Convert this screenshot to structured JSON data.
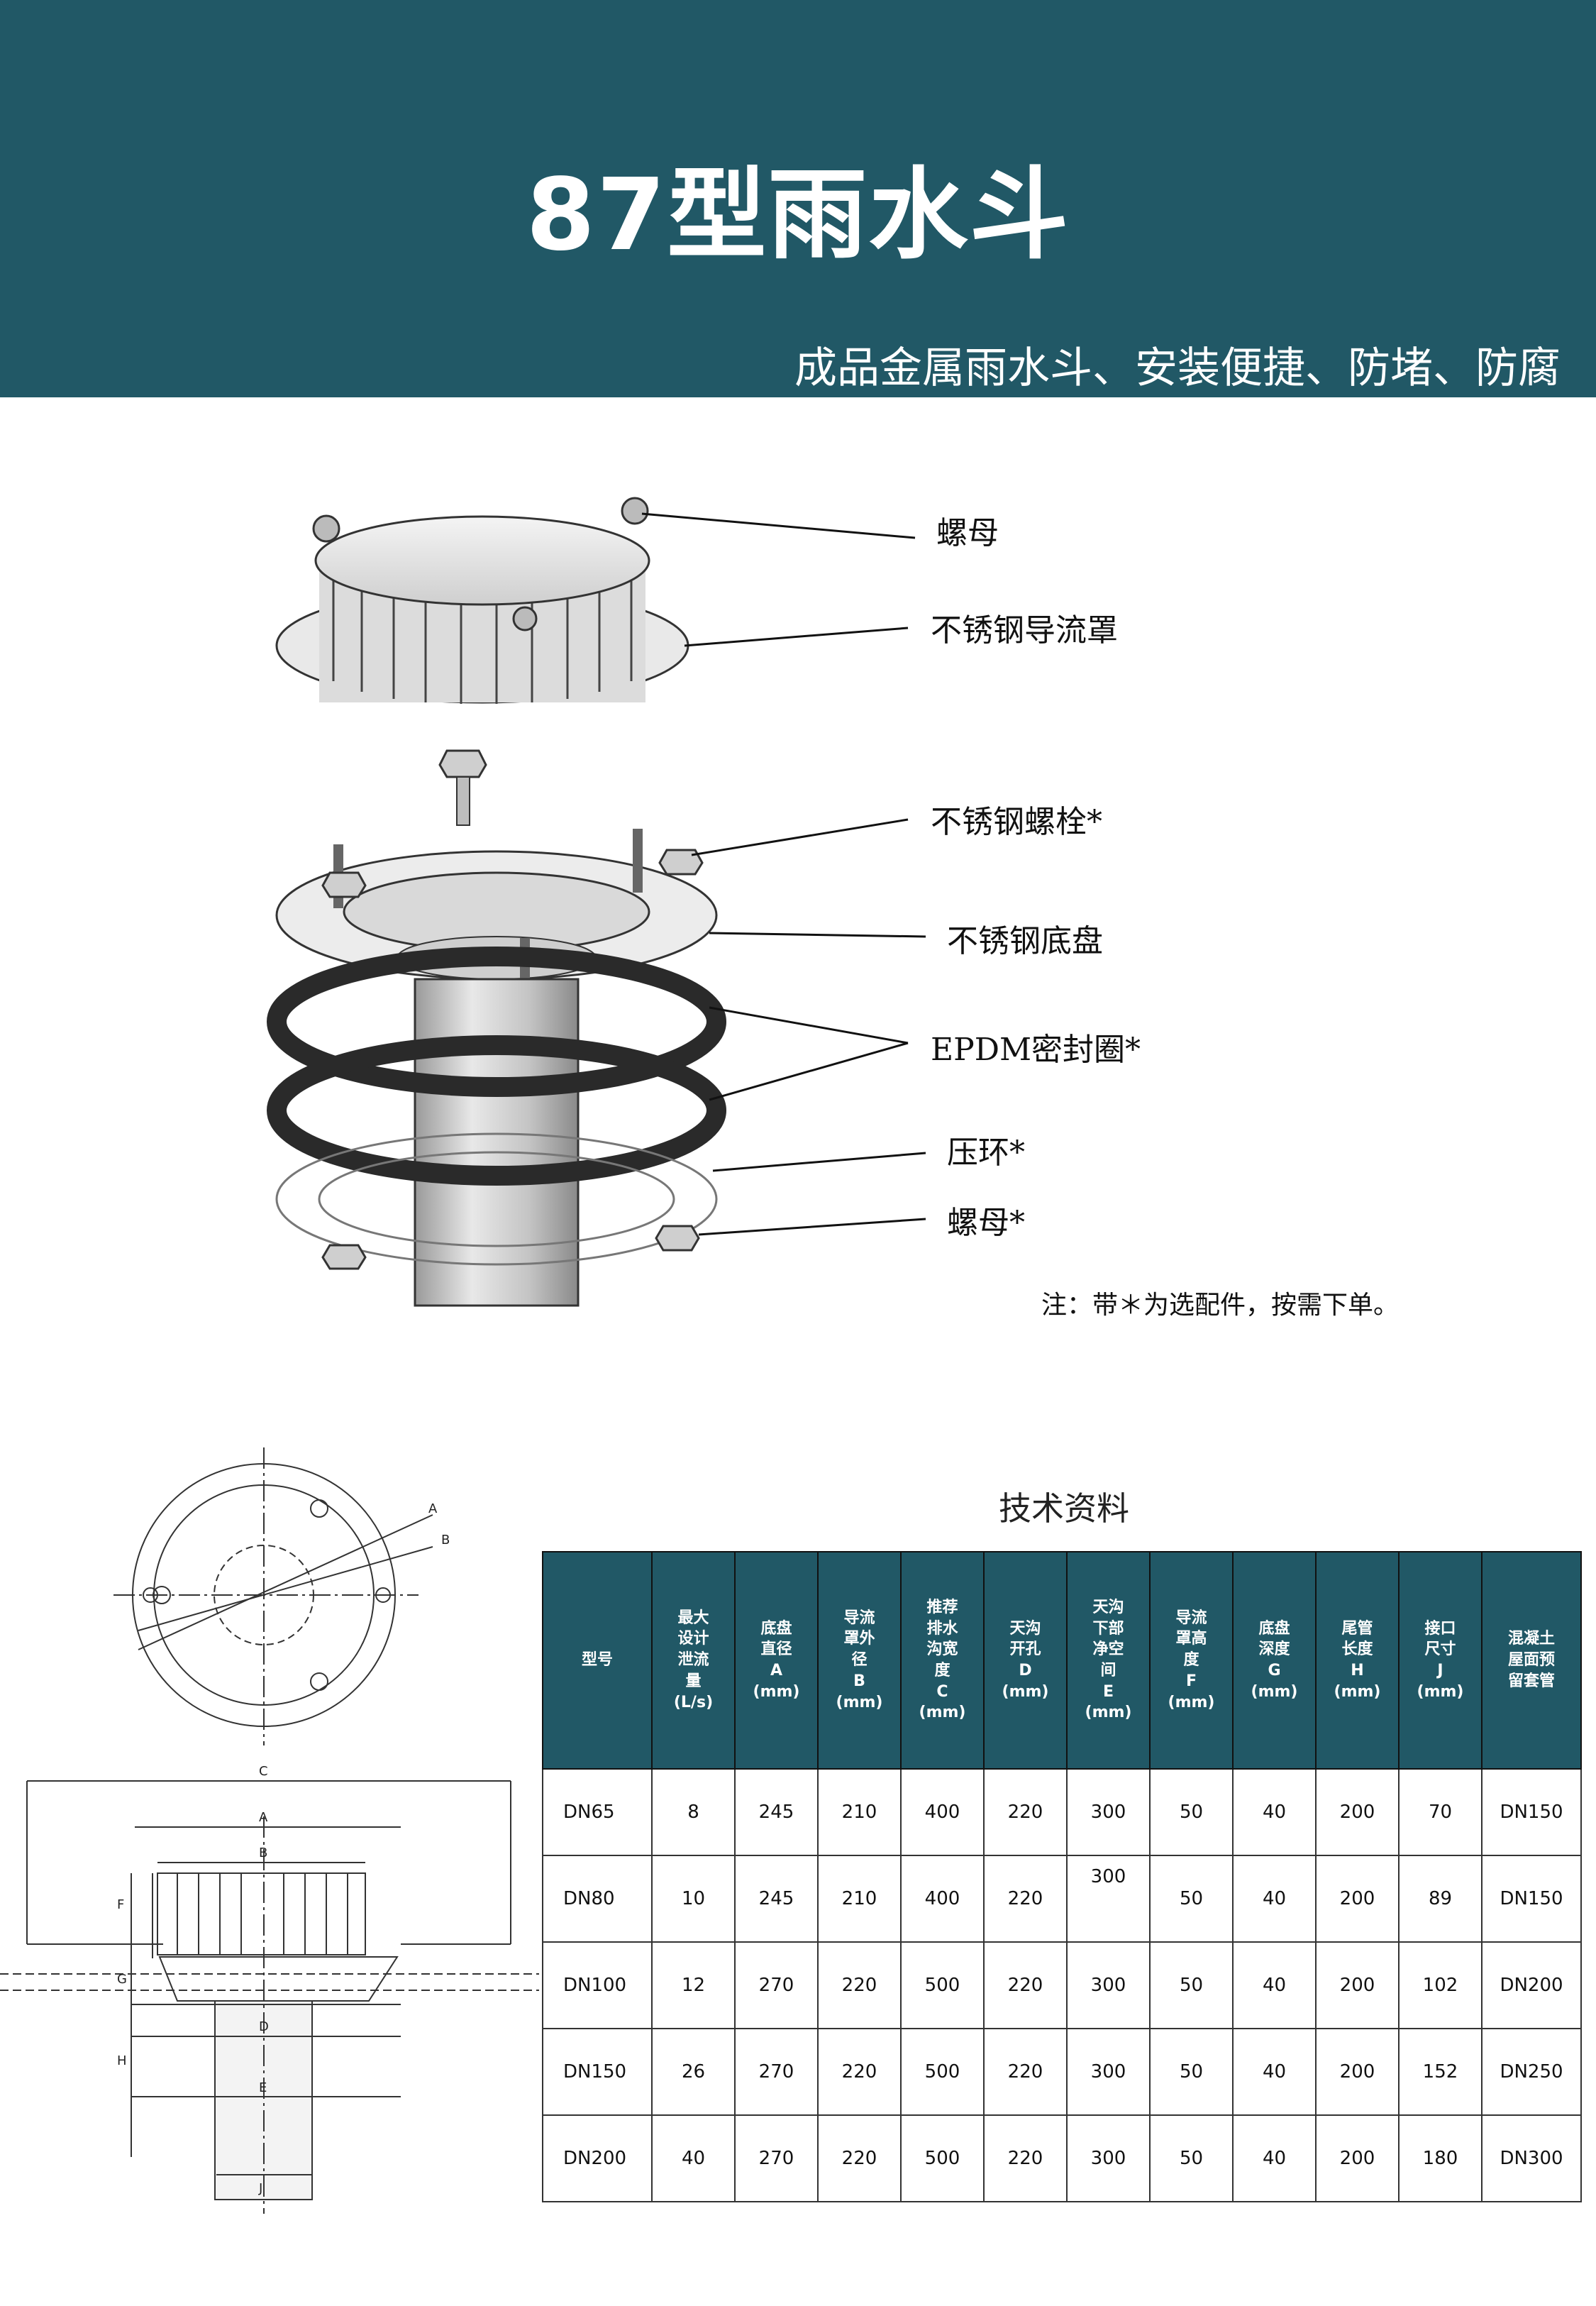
{
  "header": {
    "title": "87型雨水斗",
    "subtitle": "成品金属雨水斗、安装便捷、防堵、防腐"
  },
  "exploded_view": {
    "labels": [
      {
        "id": "nut",
        "text": "螺母"
      },
      {
        "id": "hood",
        "text": "不锈钢导流罩"
      },
      {
        "id": "bolt",
        "text": "不锈钢螺栓*"
      },
      {
        "id": "base",
        "text": "不锈钢底盘"
      },
      {
        "id": "seal",
        "text": "EPDM密封圈*"
      },
      {
        "id": "ring",
        "text": "压环*"
      },
      {
        "id": "nut2",
        "text": "螺母*"
      }
    ],
    "note": "注：带＊为选配件，按需下单。"
  },
  "drawing": {
    "letters": [
      "A",
      "B",
      "C",
      "A",
      "B",
      "F",
      "G",
      "D",
      "E",
      "H",
      "J"
    ]
  },
  "tech": {
    "title": "技术资料",
    "headers": [
      [
        "型号"
      ],
      [
        "最大",
        "设计",
        "泄流",
        "量",
        "(L/s)"
      ],
      [
        "底盘",
        "直径",
        "A",
        "(mm)"
      ],
      [
        "导流",
        "罩外",
        "径",
        "B",
        "(mm)"
      ],
      [
        "推荐",
        "排水",
        "沟宽",
        "度",
        "C",
        "(mm)"
      ],
      [
        "天沟",
        "开孔",
        "D",
        "(mm)"
      ],
      [
        "天沟",
        "下部",
        "净空",
        "间",
        "E",
        "(mm)"
      ],
      [
        "导流",
        "罩高",
        "度",
        "F",
        "(mm)"
      ],
      [
        "底盘",
        "深度",
        "G",
        "(mm)"
      ],
      [
        "尾管",
        "长度",
        "H",
        "(mm)"
      ],
      [
        "接口",
        "尺寸",
        "J",
        "(mm)"
      ],
      [
        "混凝土",
        "屋面预",
        "留套管"
      ]
    ],
    "rows": [
      [
        "DN65",
        "8",
        "245",
        "210",
        "400",
        "220",
        "300",
        "50",
        "40",
        "200",
        "70",
        "DN150"
      ],
      [
        "DN80",
        "10",
        "245",
        "210",
        "400",
        "220",
        "300",
        "50",
        "40",
        "200",
        "89",
        "DN150"
      ],
      [
        "DN100",
        "12",
        "270",
        "220",
        "500",
        "220",
        "300",
        "50",
        "40",
        "200",
        "102",
        "DN200"
      ],
      [
        "DN150",
        "26",
        "270",
        "220",
        "500",
        "220",
        "300",
        "50",
        "40",
        "200",
        "152",
        "DN250"
      ],
      [
        "DN200",
        "40",
        "270",
        "220",
        "500",
        "220",
        "300",
        "50",
        "40",
        "200",
        "180",
        "DN300"
      ]
    ]
  },
  "colors": {
    "header_bg": "#215866",
    "table_header_bg": "#215866",
    "text_white": "#ffffff"
  }
}
